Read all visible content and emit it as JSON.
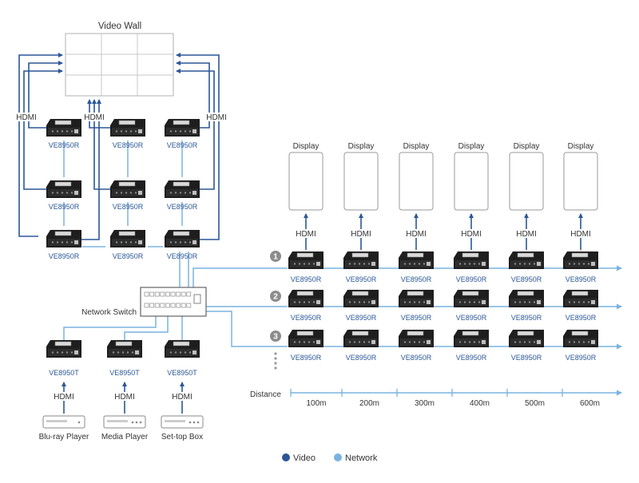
{
  "video_wall": {
    "title": "Video Wall"
  },
  "labels": {
    "hdmi": "HDMI",
    "display": "Display",
    "network_switch": "Network Switch",
    "distance": "Distance"
  },
  "receiver_model": "VE8950R",
  "transmitter_model": "VE8950T",
  "sources": [
    {
      "label": "Blu-ray Player"
    },
    {
      "label": "Media Player"
    },
    {
      "label": "Set-top Box"
    }
  ],
  "rows": [
    {
      "number": "1"
    },
    {
      "number": "2"
    },
    {
      "number": "3"
    }
  ],
  "distances": [
    "100m",
    "200m",
    "300m",
    "400m",
    "500m",
    "600m"
  ],
  "legend": [
    {
      "label": "Video",
      "color": "#2b5797"
    },
    {
      "label": "Network",
      "color": "#7ab3e0"
    }
  ],
  "colors": {
    "video": "#2b5797",
    "network": "#7ab3e0",
    "device": "#1e1e1e"
  }
}
